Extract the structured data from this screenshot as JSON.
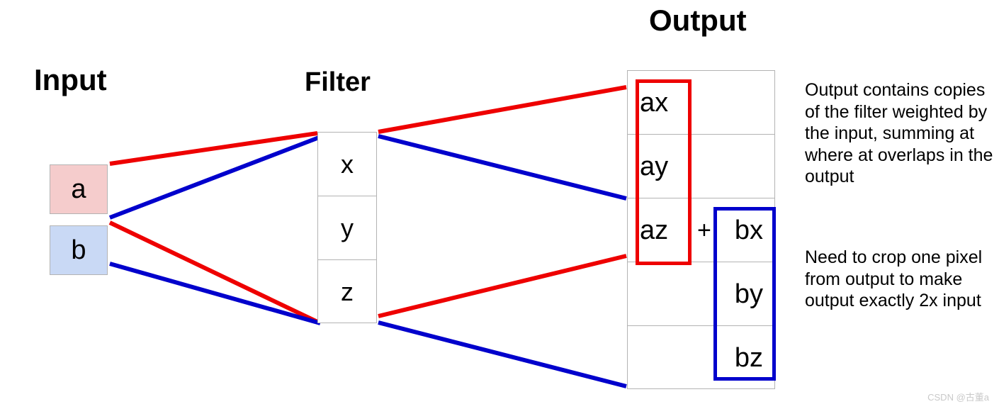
{
  "titles": {
    "input": "Input",
    "filter": "Filter",
    "output": "Output"
  },
  "input": {
    "cells": [
      {
        "label": "a",
        "color": "#f5cccc"
      },
      {
        "label": "b",
        "color": "#c9d9f5"
      }
    ]
  },
  "filter": {
    "cells": [
      {
        "label": "x"
      },
      {
        "label": "y"
      },
      {
        "label": "z"
      }
    ]
  },
  "output": {
    "rows": [
      {
        "left": "ax",
        "plus": "",
        "right": ""
      },
      {
        "left": "ay",
        "plus": "",
        "right": ""
      },
      {
        "left": "az",
        "plus": "+",
        "right": "bx"
      },
      {
        "left": "",
        "plus": "",
        "right": "by"
      },
      {
        "left": "",
        "plus": "",
        "right": "bz"
      }
    ],
    "highlight_a_color": "#ee0000",
    "highlight_b_color": "#0000cc"
  },
  "notes": {
    "note_1": "Output contains copies of the filter weighted by the input, summing at where at overlaps in the output",
    "note_2": "Need to crop one pixel from output to make output exactly 2x input"
  },
  "colors": {
    "red_wire": "#ee0000",
    "blue_wire": "#0000cc",
    "grid_border": "#b3b3b3"
  },
  "watermark": "CSDN @古董a"
}
